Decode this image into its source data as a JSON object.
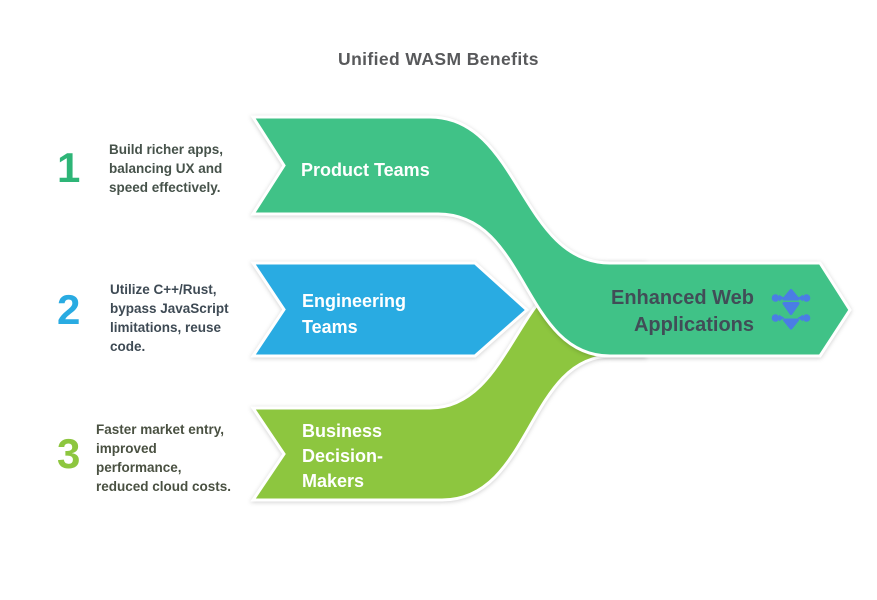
{
  "title": "Unified WASM Benefits",
  "colors": {
    "teal": "#40c287",
    "blue": "#29abe2",
    "green": "#8dc63f",
    "icon_blue": "#4a7de5",
    "title_text": "#58595b",
    "row1_text": "#46524a",
    "row2_text": "#3e4a54",
    "row3_text": "#4a5142",
    "result_text": "#414d57",
    "num1": "#2eb577",
    "num2": "#29abe2",
    "num3": "#8dc63f",
    "label_text": "#ffffff"
  },
  "rows": [
    {
      "number": "1",
      "lines": [
        "Build richer apps,",
        "balancing UX and",
        "speed effectively."
      ],
      "arrow_label_lines": [
        "Product Teams"
      ]
    },
    {
      "number": "2",
      "lines": [
        "Utilize C++/Rust,",
        "bypass JavaScript",
        "limitations, reuse",
        "code."
      ],
      "arrow_label_lines": [
        "Engineering",
        "Teams"
      ]
    },
    {
      "number": "3",
      "lines": [
        "Faster market entry,",
        "improved",
        "performance,",
        "reduced cloud costs."
      ],
      "arrow_label_lines": [
        "Business",
        "Decision-",
        "Makers"
      ]
    }
  ],
  "result": {
    "lines": [
      "Enhanced Web",
      "Applications"
    ],
    "icon": "network-converge-icon"
  }
}
